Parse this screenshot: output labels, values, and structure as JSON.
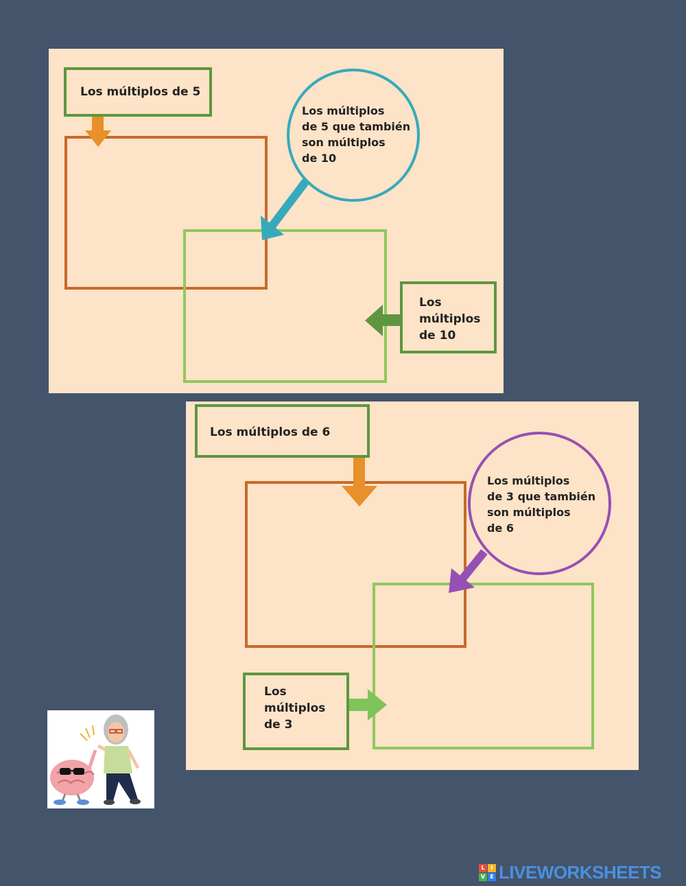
{
  "diagram1": {
    "label_top": "Los múltiplos de 5",
    "circle_text": "Los múltiplos\nde 5 que también\nson múltiplos\nde 10",
    "label_right": "Los\nmúltiplos\nde 10"
  },
  "diagram2": {
    "label_top": "Los múltiplos de 6",
    "circle_text": "Los múltiplos\nde 3 que también\nson múltiplos\nde 6",
    "label_bottom": "Los\nmúltiplos\nde 3"
  },
  "colors": {
    "background": "#44546b",
    "panel": "#fde3c7",
    "orange_box": "#c8692a",
    "green_box": "#8ec95c",
    "label_border": "#5e9640",
    "orange_arrow": "#e8902a",
    "teal": "#36aabb",
    "purple": "#9650b4",
    "green_arrow": "#5e9640",
    "light_green_arrow": "#7fc35c"
  },
  "logo": {
    "text": "LIVEWORKSHEETS",
    "squares": [
      "L",
      "I",
      "V",
      "E"
    ]
  },
  "illustration": {
    "icon": "brain-and-teacher-high-five-icon"
  }
}
